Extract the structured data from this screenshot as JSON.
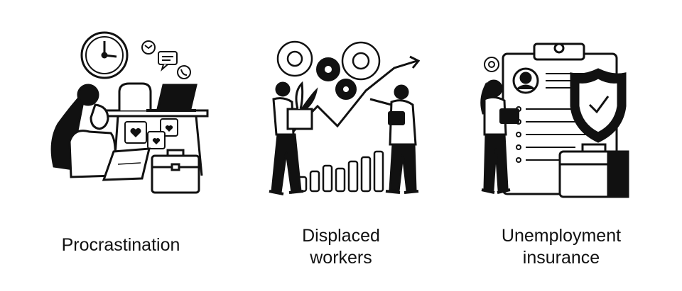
{
  "colors": {
    "ink": "#111111",
    "paper": "#ffffff",
    "line": "#1a1a1a"
  },
  "panels": [
    {
      "caption": "Procrastination",
      "icons": [
        "wall-clock-icon",
        "laptop-icon",
        "heart-icon",
        "briefcase-icon",
        "tablet-icon",
        "chat-bubble-icon",
        "phone-icon"
      ]
    },
    {
      "caption": "Displaced\nworkers",
      "icons": [
        "gear-icon",
        "plant-box-icon",
        "bar-chart-icon",
        "trend-arrow-icon",
        "tablet-icon"
      ]
    },
    {
      "caption": "Unemployment\ninsurance",
      "icons": [
        "clipboard-icon",
        "user-avatar-icon",
        "shield-check-icon",
        "briefcase-icon",
        "gear-icon",
        "tablet-icon"
      ]
    }
  ]
}
